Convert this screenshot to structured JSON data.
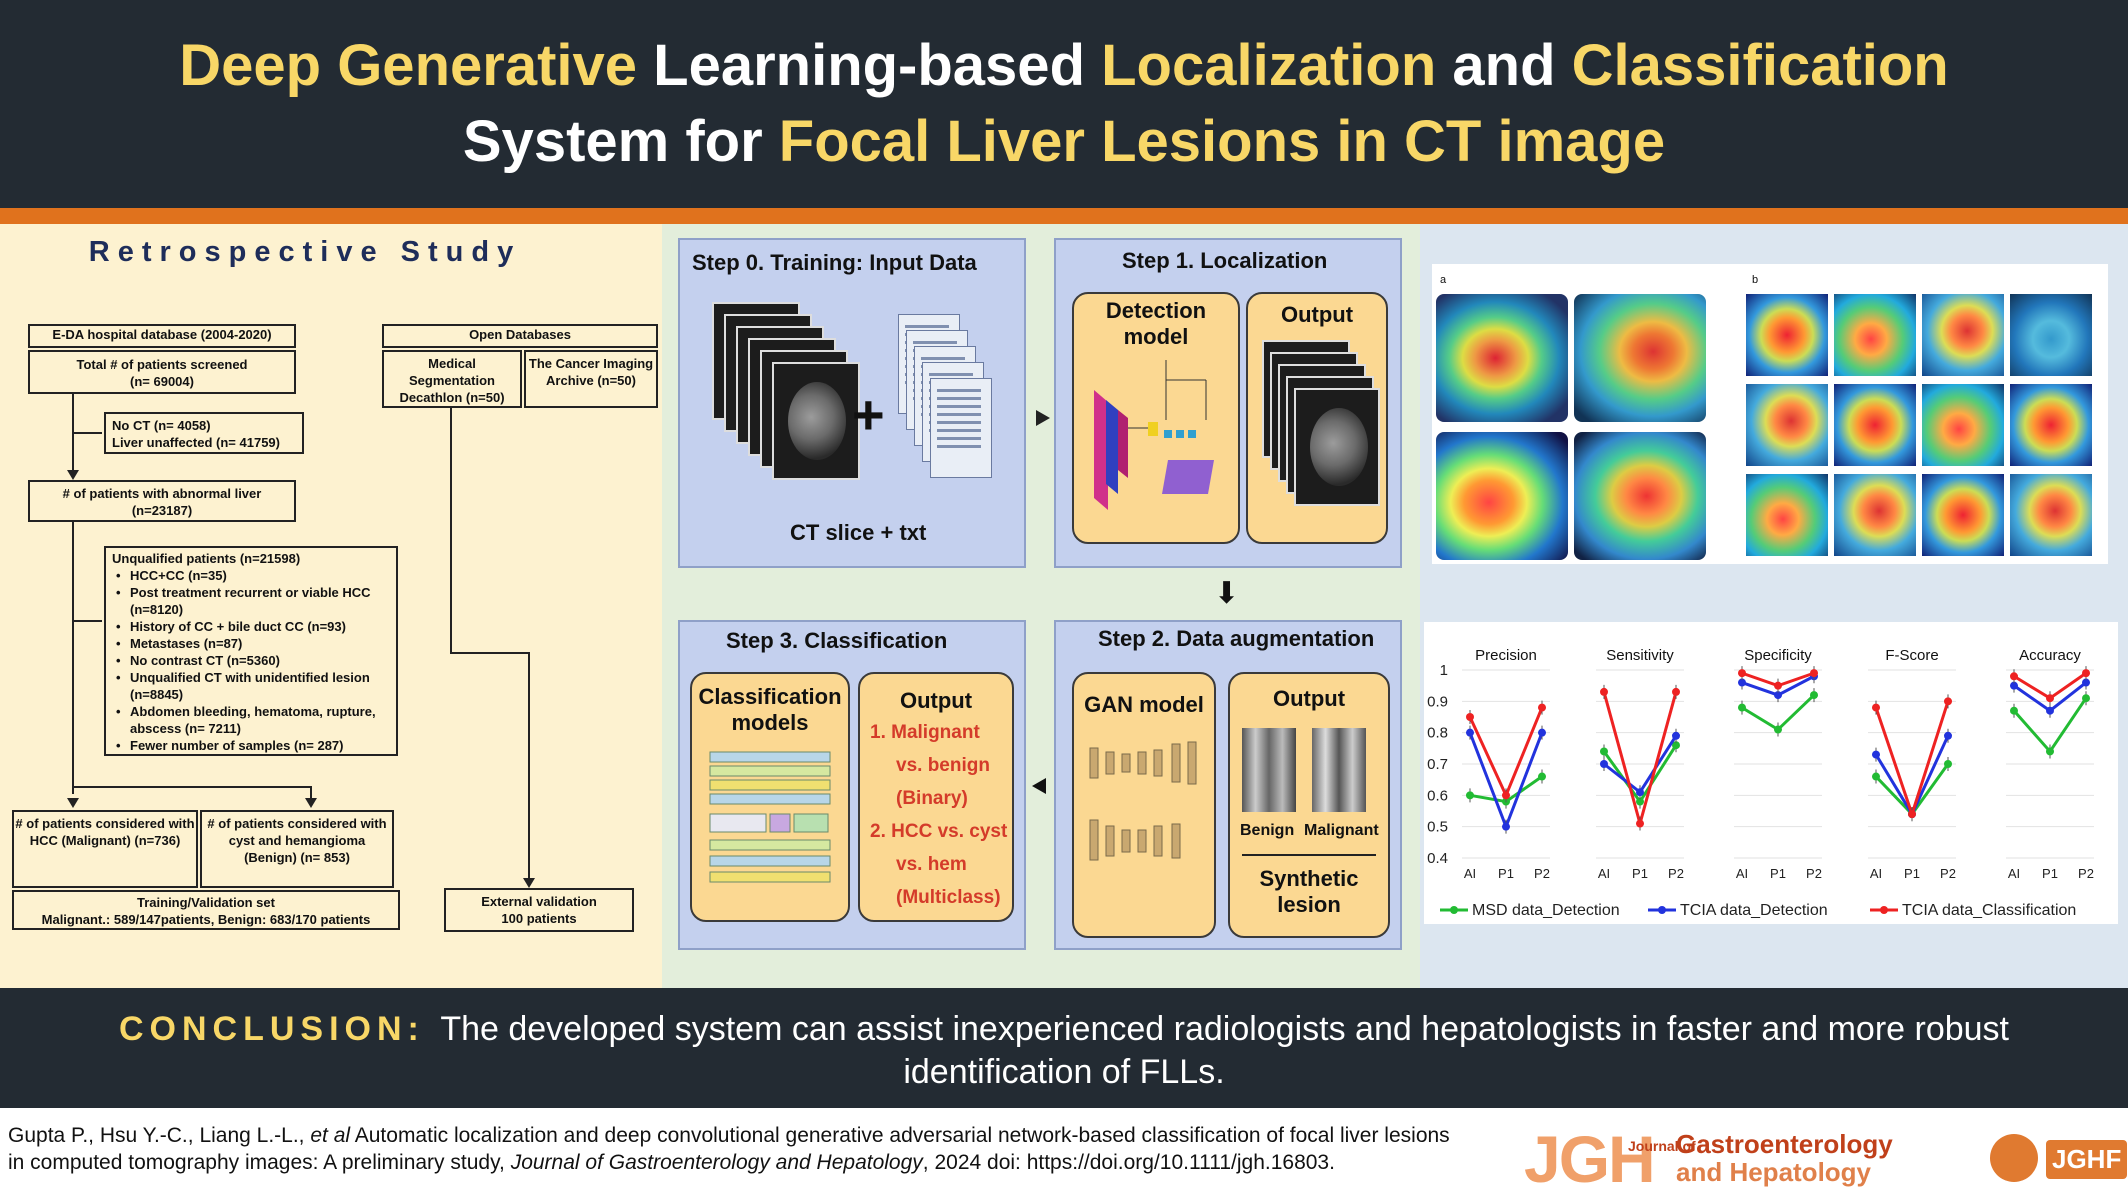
{
  "header": {
    "title_parts": [
      {
        "text": "Deep Generative ",
        "highlight": true
      },
      {
        "text": "Learning-based ",
        "highlight": false
      },
      {
        "text": "Localization ",
        "highlight": true
      },
      {
        "text": "and ",
        "highlight": false
      },
      {
        "text": "Classification",
        "highlight": true
      },
      {
        "text": "System for ",
        "highlight": false
      },
      {
        "text": "Focal Liver Lesions in CT image",
        "highlight": true
      }
    ]
  },
  "flowchart": {
    "heading": "Retrospective Study",
    "hospital_db": "E-DA hospital database (2004-2020)",
    "screened": "Total # of patients screened",
    "screened_n": "(n= 69004)",
    "excluded_1": "No CT (n= 4058)",
    "excluded_2": "Liver unaffected (n= 41759)",
    "abnormal": "# of patients with abnormal liver",
    "abnormal_n": "(n=23187)",
    "unqualified_title": "Unqualified patients (n=21598)",
    "unqualified_items": [
      "HCC+CC (n=35)",
      "Post treatment recurrent or viable HCC (n=8120)",
      "History of CC + bile duct CC (n=93)",
      "Metastases (n=87)",
      "No contrast CT (n=5360)",
      "Unqualified CT with unidentified lesion (n=8845)",
      "Abdomen bleeding, hematoma, rupture, abscess (n= 7211)",
      "Fewer number of samples  (n= 287)"
    ],
    "hcc": "# of patients considered with HCC (Malignant) (n=736)",
    "benign": "# of patients considered with cyst and hemangioma (Benign) (n= 853)",
    "trainval_title": "Training/Validation set",
    "trainval_detail": "Malignant.: 589/147patients, Benign: 683/170 patients",
    "open_db": "Open Databases",
    "msd": "Medical Segmentation Decathlon (n=50)",
    "tcia": "The Cancer Imaging Archive (n=50)",
    "external_title": "External validation",
    "external_detail": "100 patients"
  },
  "steps": {
    "step0_title": "Step 0. Training: Input Data",
    "step0_caption": "CT slice + txt",
    "step1_title": "Step 1. Localization",
    "step1_model": "Detection model",
    "step1_output": "Output",
    "step2_title": "Step 2. Data augmentation",
    "step2_model": "GAN model",
    "step2_output": "Output",
    "step2_benign": "Benign",
    "step2_malignant": "Malignant",
    "step2_synthetic": "Synthetic lesion",
    "step3_title": "Step 3. Classification",
    "step3_model": "Classification models",
    "step3_output": "Output",
    "step3_list": [
      "1.  Malignant",
      "vs. benign",
      "(Binary)",
      "2.  HCC vs. cyst",
      "vs. hem",
      "(Multiclass)"
    ],
    "plus": "+",
    "down_arrow": "⬇"
  },
  "heatmaps": {
    "label_a": "a",
    "label_b": "b"
  },
  "chart_data": {
    "type": "line",
    "panels": [
      "Precision",
      "Sensitivity",
      "Specificity",
      "F-Score",
      "Accuracy"
    ],
    "categories": [
      "AI",
      "P1",
      "P2"
    ],
    "ylim": [
      0.4,
      1.0
    ],
    "yticks": [
      "1",
      "0.9",
      "0.8",
      "0.7",
      "0.6",
      "0.5",
      "0.4"
    ],
    "series": [
      {
        "name": "MSD data_Detection",
        "color": "#22bb33",
        "values": [
          [
            0.6,
            0.58,
            0.66
          ],
          [
            0.74,
            0.58,
            0.76
          ],
          [
            0.88,
            0.81,
            0.92
          ],
          [
            0.66,
            0.54,
            0.7
          ],
          [
            0.87,
            0.74,
            0.91
          ]
        ]
      },
      {
        "name": "TCIA data_Detection",
        "color": "#2233dd",
        "values": [
          [
            0.8,
            0.5,
            0.8
          ],
          [
            0.7,
            0.61,
            0.79
          ],
          [
            0.96,
            0.92,
            0.98
          ],
          [
            0.73,
            0.54,
            0.79
          ],
          [
            0.95,
            0.87,
            0.96
          ]
        ]
      },
      {
        "name": "TCIA data_Classification",
        "color": "#ee2222",
        "values": [
          [
            0.85,
            0.6,
            0.88
          ],
          [
            0.93,
            0.51,
            0.93
          ],
          [
            0.99,
            0.95,
            0.99
          ],
          [
            0.88,
            0.54,
            0.9
          ],
          [
            0.98,
            0.91,
            0.99
          ]
        ]
      }
    ]
  },
  "conclusion": {
    "label": "CONCLUSION: ",
    "text": "The developed system can assist inexperienced radiologists and hepatologists in faster and more robust identification of FLLs."
  },
  "citation": {
    "authors": "Gupta P., Hsu Y.-C., Liang L.-L., ",
    "etal": "et al",
    "title": " Automatic localization and deep convolutional generative adversarial network-based classification of focal liver lesions in computed tomography images: A preliminary study, ",
    "journal": "Journal of Gastroenterology and Hepatology",
    "rest": ", 2024 doi: https://doi.org/10.1111/jgh.16803."
  },
  "logo": {
    "mark": "JGH",
    "journal_of": "Journal of",
    "line1": "Gastroenterology",
    "line2": "and Hepatology",
    "badge": "JGHF"
  }
}
